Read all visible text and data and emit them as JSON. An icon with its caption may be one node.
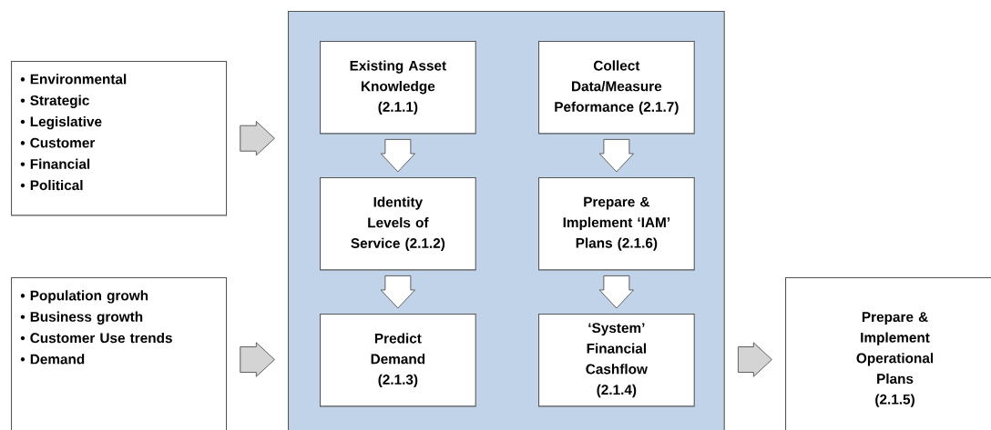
{
  "diagram": {
    "nodes": [
      {
        "text": [
          "• Environmental",
          "• Strategic",
          "• Legislative",
          "• Customer",
          "• Financial",
          "• Political"
        ]
      },
      {
        "text": [
          "• Population growh",
          "• Business growth",
          "• Customer Use trends",
          "• Demand"
        ]
      },
      {
        "text": [],
        "shape": "box"
      },
      {
        "text": [
          "Existing Asset Knowledge (2.1.1)"
        ],
        "in": 2
      },
      {
        "text": [
          "Collect Data/Measure Peformance (2.1.7)"
        ],
        "in": 2
      },
      {
        "text": [
          "Identity Levels of Service (2.1.2)"
        ],
        "in": 2
      },
      {
        "text": [
          "Prepare & Implement ‘IAM’ Plans (2.1.6)"
        ],
        "in": 2
      },
      {
        "text": [
          "Predict Demand (2.1.3)"
        ],
        "in": 2
      },
      {
        "text": [
          "‘System’ Financial Cashflow (2.1.4)"
        ],
        "in": 2
      },
      {
        "text": [
          "Prepare & Implement Operational Plans (2.1.5)"
        ]
      }
    ],
    "edges": [
      {
        "from": 0,
        "to": 2,
        "arrow": "to",
        "color": "#d4d4d4"
      },
      {
        "from": 1,
        "to": 2,
        "arrow": "to",
        "color": "#d4d4d4"
      },
      {
        "from": 3,
        "to": 5,
        "arrow": "to"
      },
      {
        "from": 5,
        "to": 7,
        "arrow": "to"
      },
      {
        "from": 4,
        "to": 6,
        "arrow": "to"
      },
      {
        "from": 6,
        "to": 8,
        "arrow": "to"
      },
      {
        "from": 2,
        "to": 9,
        "arrow": "to",
        "color": "#d4d4d4"
      }
    ]
  }
}
